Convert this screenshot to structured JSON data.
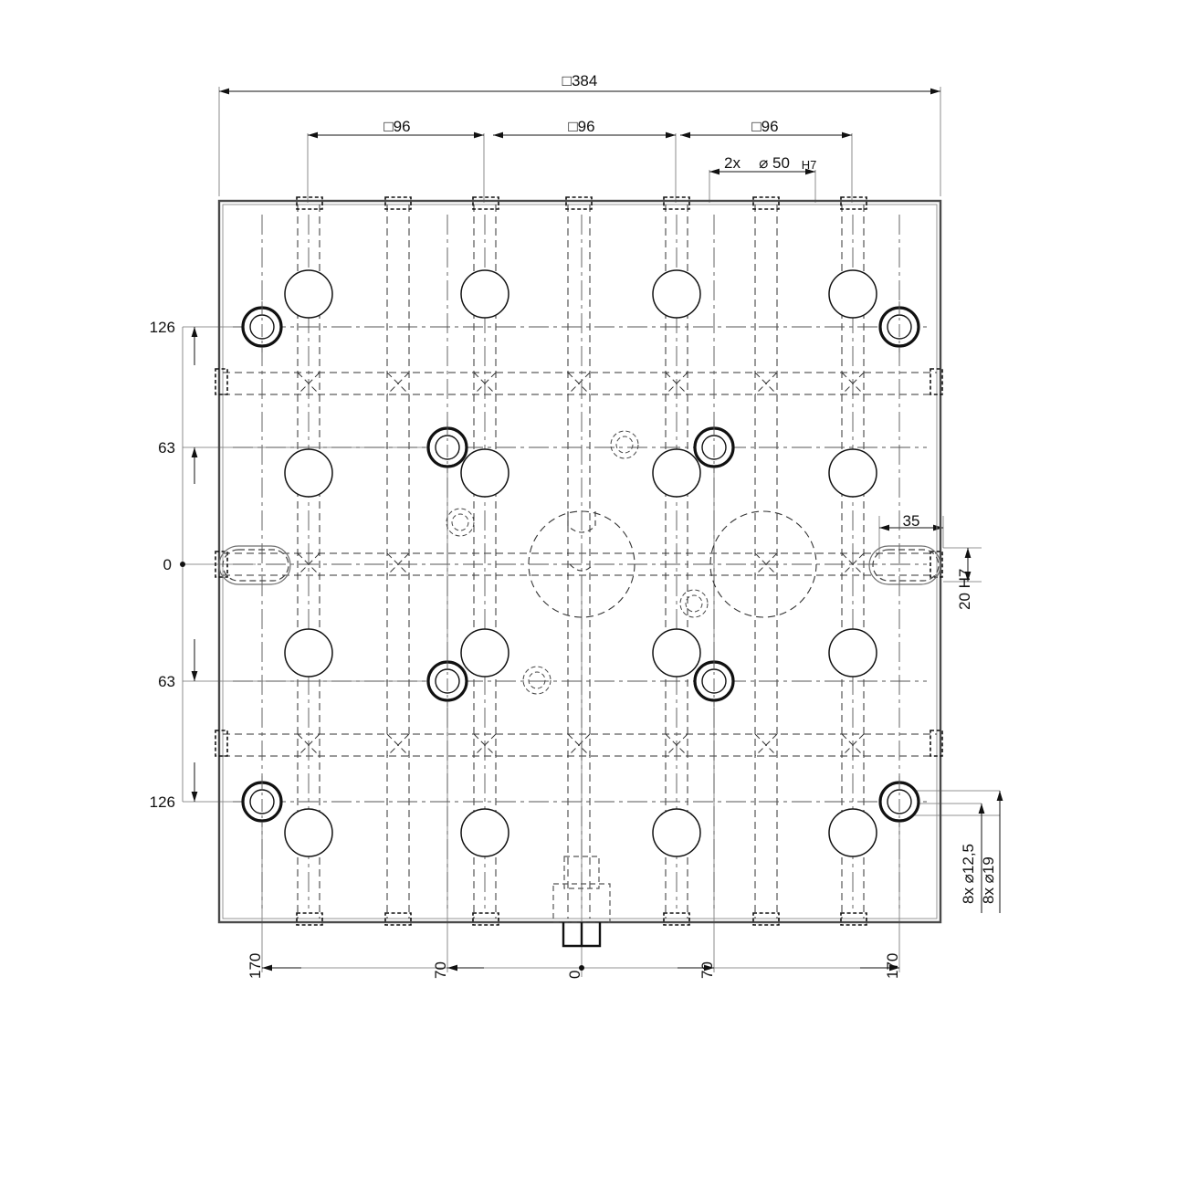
{
  "drawing": {
    "title": "Clamping plate / tooling base plate - top view (technical drawing)",
    "units": "mm",
    "line_color": "#111111",
    "background": "#ffffff"
  },
  "dimensions": {
    "overall_width": "□384",
    "grid_1": "□96",
    "grid_2": "□96",
    "grid_3": "□96",
    "bore_callout": "2x",
    "bore_diameter": "⌀ 50",
    "bore_fit": "H7",
    "left_top_126": "126",
    "left_top_63": "63",
    "left_zero": "0",
    "left_bottom_63": "63",
    "left_bottom_126": "126",
    "bottom_left_170": "170",
    "bottom_left_70": "70",
    "bottom_zero": "0",
    "bottom_right_70": "70",
    "bottom_right_170": "170",
    "right_slot_length": "35",
    "right_slot_width": "20 H7",
    "hole_small_callout": "8x ⌀12,5",
    "hole_large_callout": "8x ⌀19"
  },
  "features": {
    "plate_outline": "square plate",
    "corner_counterbores": "4x double-circle counterbored holes at corners",
    "inner_counterbores": "4x double-circle counterbored holes on inner grid",
    "through_holes": "12x plain circles on 96 mm grid",
    "center_bores": "2x ⌀50 H7 large dashed bores near centre",
    "t_slots": "dashed T-slot channels running horizontally and vertically",
    "edge_slots": "small dashed key slots along all four edges",
    "right_obrounds": "2x rounded-end slots on the right edge",
    "left_obrounds": "2x rounded-end slots on the left edge",
    "bottom_boss": "small boss protruding at bottom centre"
  }
}
